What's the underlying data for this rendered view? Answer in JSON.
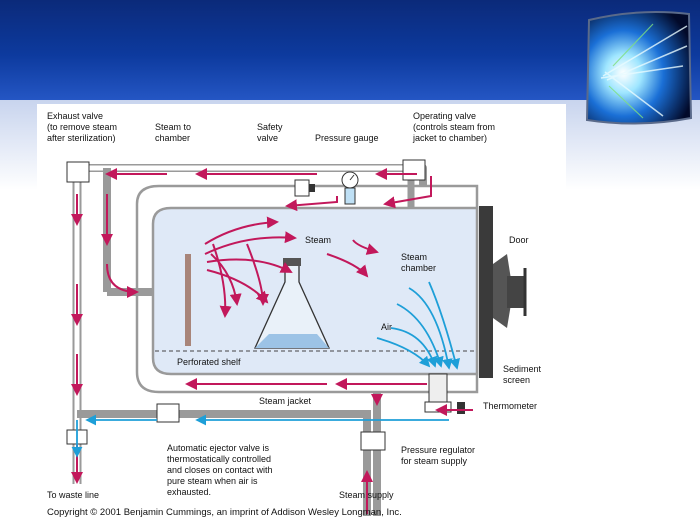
{
  "slide": {
    "background_color": "#0d3a9e",
    "logo_icon": "light-burst-icon"
  },
  "diagram": {
    "exhaust_valve": [
      "Exhaust valve",
      "(to remove steam",
      "after sterilization)"
    ],
    "steam_to_chamber": [
      "Steam to",
      "chamber"
    ],
    "safety_valve": [
      "Safety",
      "valve"
    ],
    "pressure_gauge": "Pressure gauge",
    "operating_valve": [
      "Operating valve",
      "(controls steam from",
      "jacket to chamber)"
    ],
    "steam": "Steam",
    "steam_chamber": [
      "Steam",
      "chamber"
    ],
    "door": "Door",
    "air": "Air",
    "perforated_shelf": "Perforated shelf",
    "sediment_screen": [
      "Sediment",
      "screen"
    ],
    "steam_jacket": "Steam jacket",
    "thermometer": "Thermometer",
    "ejector_valve": [
      "Automatic ejector valve is",
      "thermostatically controlled",
      "and closes on contact with",
      "pure steam when air is",
      "exhausted."
    ],
    "pressure_regulator": [
      "Pressure regulator",
      "for steam supply"
    ],
    "to_waste_line": "To waste line",
    "steam_supply": "Steam supply",
    "copyright": "Copyright © 2001 Benjamin Cummings, an imprint of Addison Wesley Longman, Inc.",
    "colors": {
      "steam": "#c2185b",
      "air": "#1e9fd8",
      "chamber": "#dfe9f7",
      "pipe": "#9a9a9a"
    }
  }
}
